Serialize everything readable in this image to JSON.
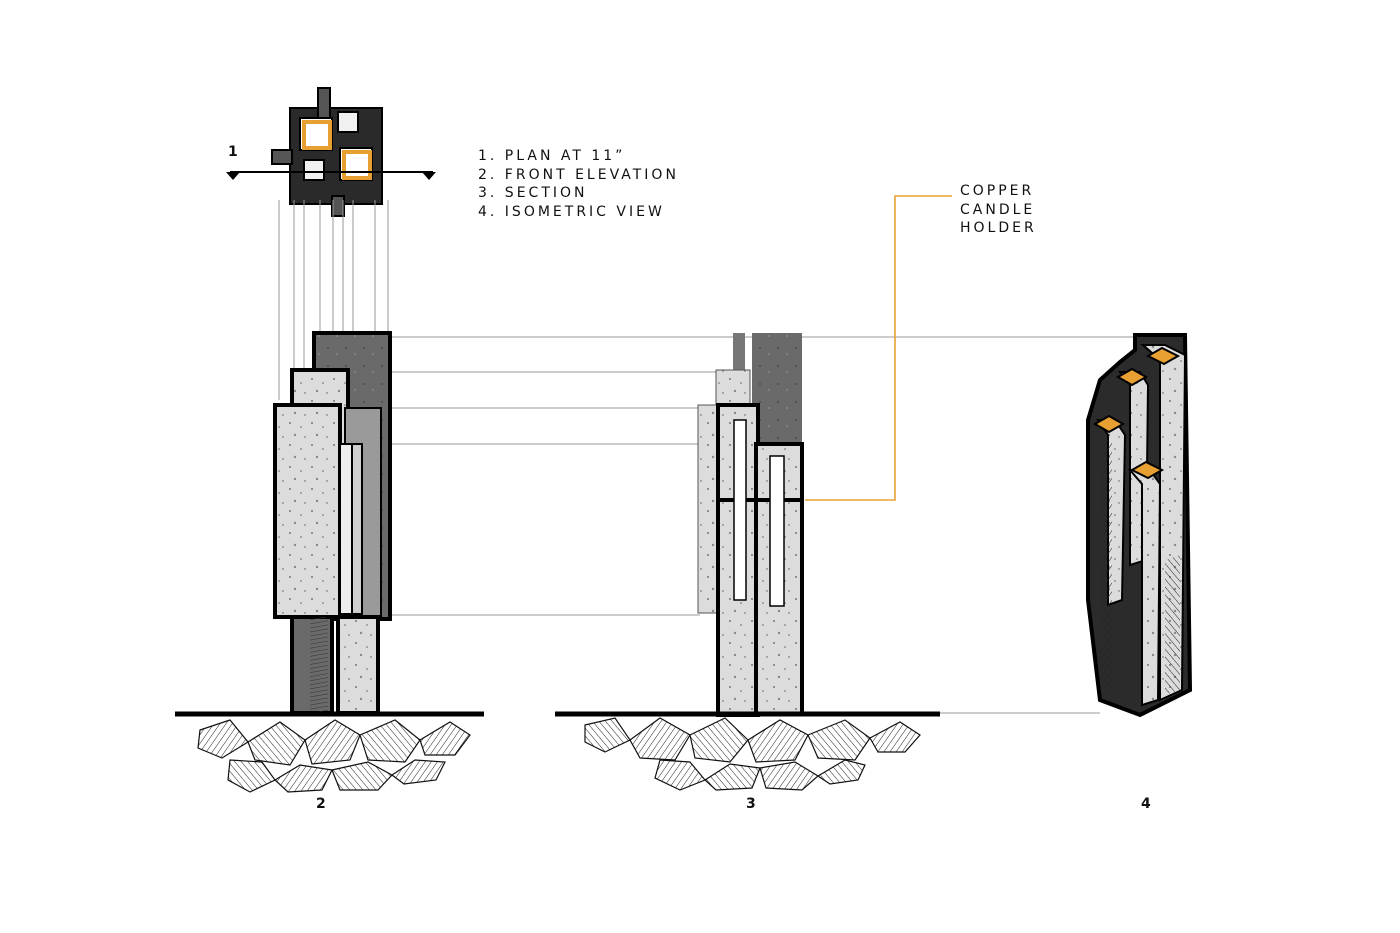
{
  "plan_label": "1",
  "legend": [
    "1. PLAN AT 11”",
    "2. FRONT ELEVATION",
    "3. SECTION",
    "4. ISOMETRIC VIEW"
  ],
  "callout": [
    "COPPER",
    "CANDLE",
    "HOLDER"
  ],
  "view_labels": {
    "elevation": "2",
    "section": "3",
    "isometric": "4"
  },
  "colors": {
    "ink": "#111111",
    "copper": "#e8a033",
    "concrete_light": "#d8d8d8",
    "concrete_dark": "#5a5a5a",
    "guide": "#9a9a9a"
  }
}
